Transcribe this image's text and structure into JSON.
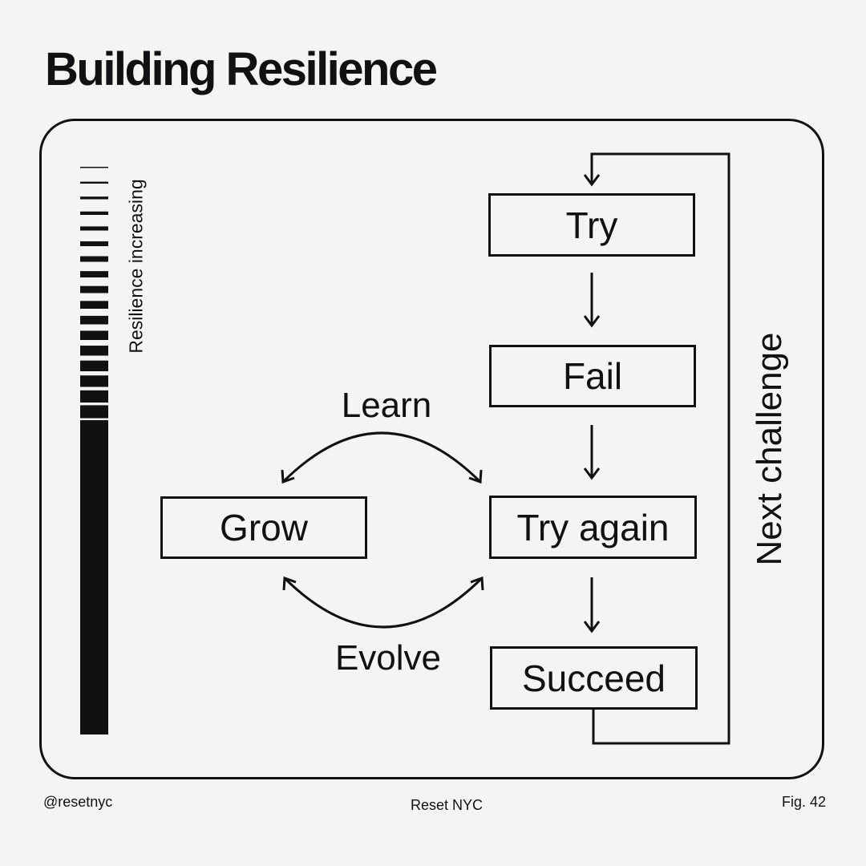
{
  "title": "Building Resilience",
  "meter": {
    "label": "Resilience increasing"
  },
  "steps": [
    {
      "key": "try",
      "label": "Try"
    },
    {
      "key": "fail",
      "label": "Fail"
    },
    {
      "key": "try-again",
      "label": "Try again"
    },
    {
      "key": "succeed",
      "label": "Succeed"
    }
  ],
  "grow": {
    "label": "Grow"
  },
  "loop": {
    "top": "Learn",
    "bottom": "Evolve"
  },
  "next_challenge": "Next challenge",
  "footer": {
    "handle": "@resetnyc",
    "brand": "Reset NYC",
    "figure": "Fig. 42"
  },
  "colors": {
    "ink": "#111111",
    "background": "#f4f4f2"
  }
}
